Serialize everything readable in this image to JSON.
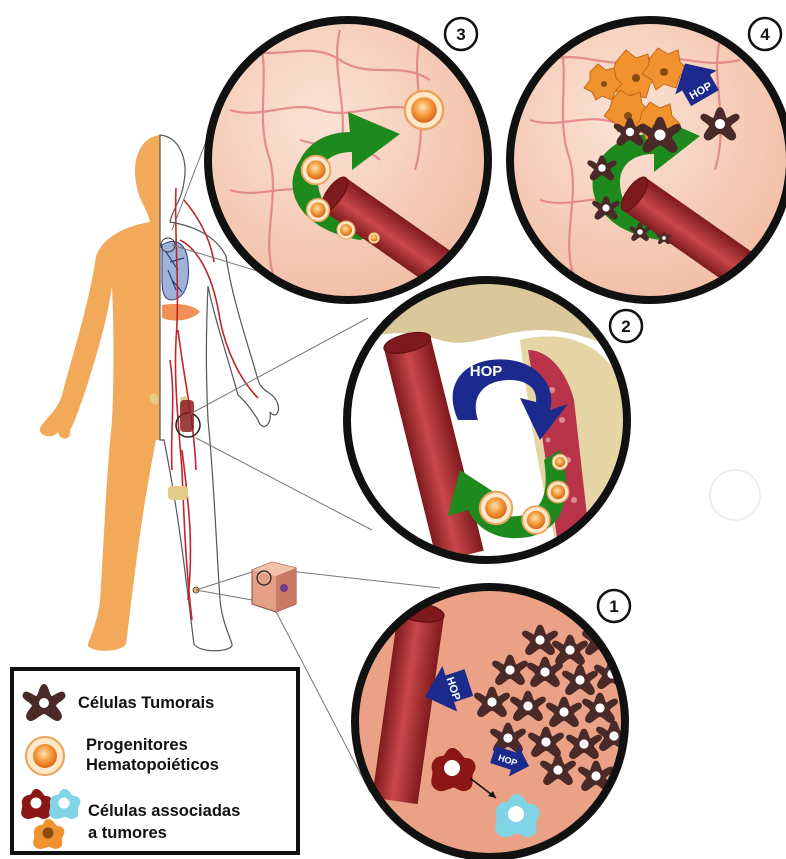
{
  "panels": {
    "p1": {
      "number": "1",
      "hop_big": "HOP",
      "hop_small": "HOP"
    },
    "p2": {
      "number": "2",
      "hop": "HOP"
    },
    "p3": {
      "number": "3"
    },
    "p4": {
      "number": "4",
      "hop": "HOP"
    }
  },
  "legend": {
    "tumor_cells": "Células Tumorais",
    "progenitors_line1": "Progenitores",
    "progenitors_line2": "Hematopoiéticos",
    "associated_line1": "Células associadas",
    "associated_line2": "a tumores"
  },
  "colors": {
    "skin": "#f3a95a",
    "tissue": "#f6c7b0",
    "tumor": "#4a2a28",
    "vessel": "#a8292c",
    "arrow_green": "#1e8a1e",
    "hop_blue": "#1b2a8c",
    "progenitor": "#f08a2a",
    "assoc_red": "#8c1616",
    "assoc_cyan": "#7fd4e6"
  },
  "icons": {
    "tumor": "tumor-cell-icon",
    "progenitor": "progenitor-cell-icon",
    "associated": "associated-cells-icon"
  }
}
